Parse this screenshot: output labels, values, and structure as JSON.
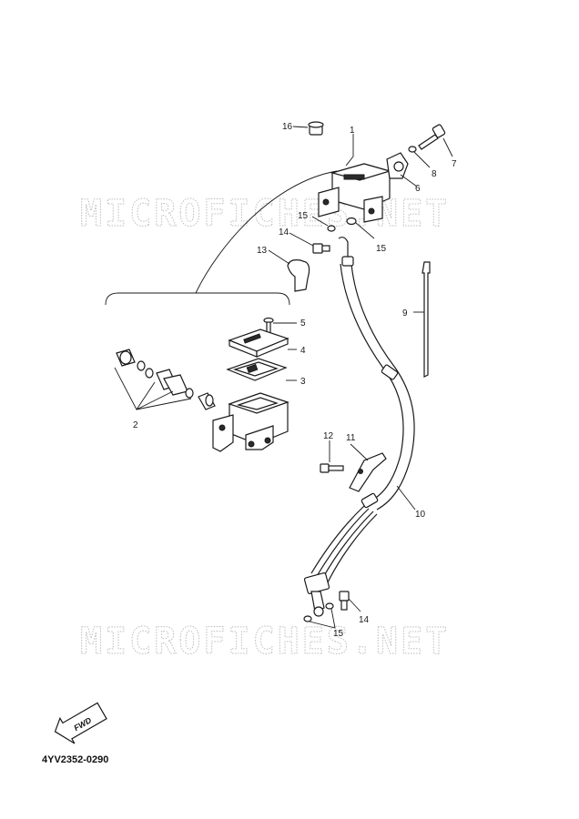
{
  "watermark": "MICROFICHES.NET",
  "diagram_code": "4YV2352-0290",
  "fwd_label": "FWD",
  "callouts": {
    "c1": "1",
    "c2": "2",
    "c3": "3",
    "c4": "4",
    "c5": "5",
    "c6": "6",
    "c7": "7",
    "c8": "8",
    "c9": "9",
    "c10": "10",
    "c11": "11",
    "c12": "12",
    "c13": "13",
    "c14a": "14",
    "c14b": "14",
    "c15a": "15",
    "c15b": "15",
    "c15c": "15",
    "c16": "16"
  }
}
